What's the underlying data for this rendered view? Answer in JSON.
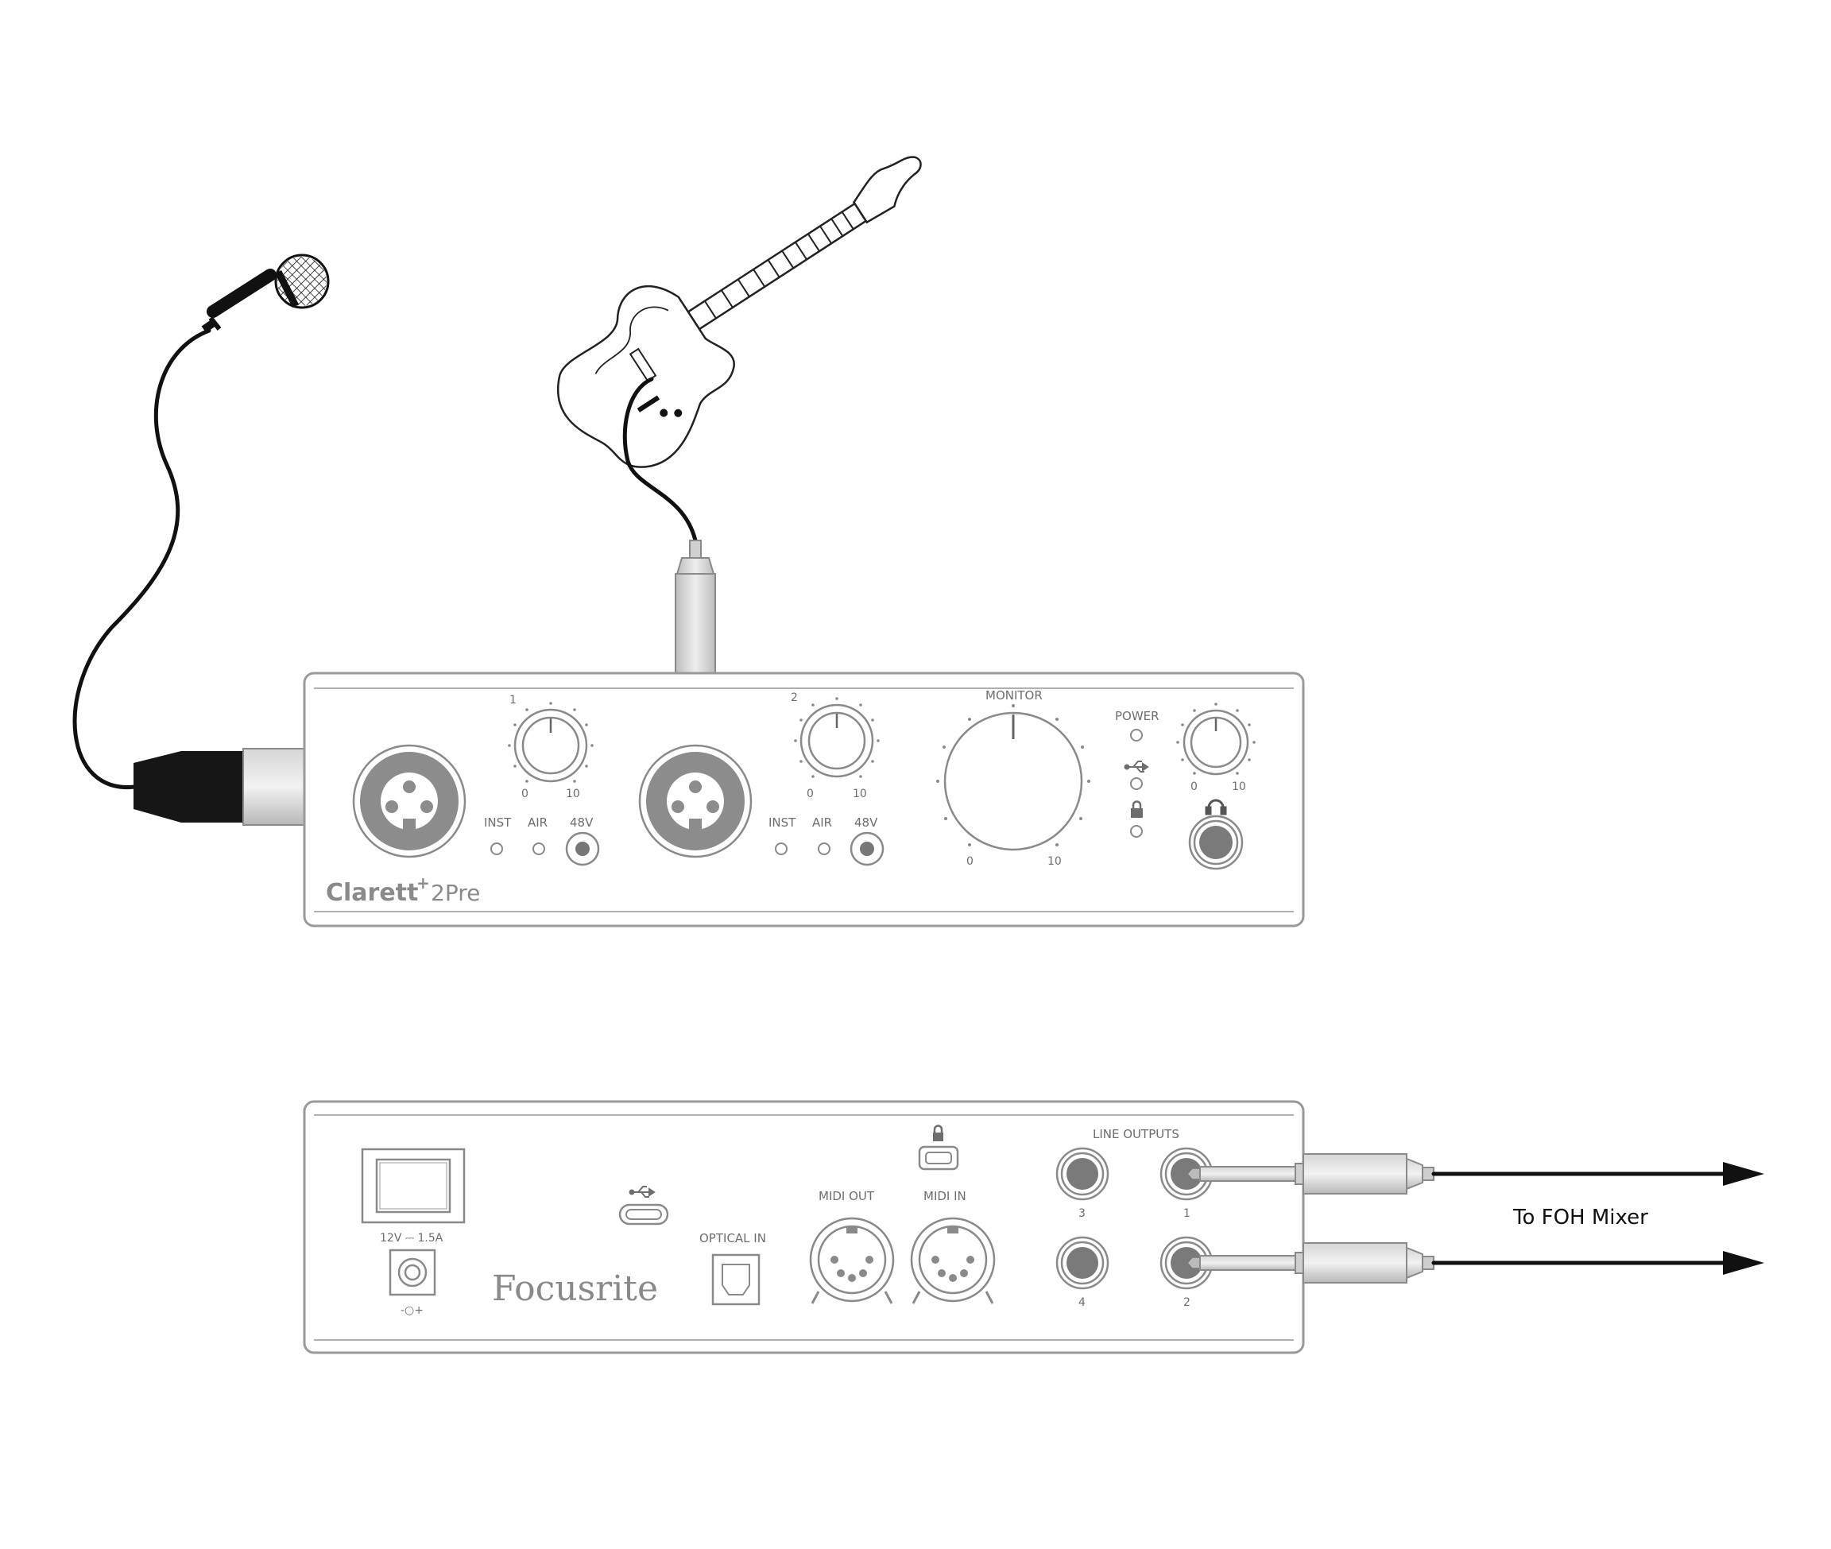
{
  "front_panel": {
    "brand_model": "Clarett",
    "brand_plus": "+",
    "brand_suffix": "2Pre",
    "ch1": {
      "number": "1",
      "min": "0",
      "max": "10",
      "inst": "INST",
      "air": "AIR",
      "phantom": "48V"
    },
    "ch2": {
      "number": "2",
      "min": "0",
      "max": "10",
      "inst": "INST",
      "air": "AIR",
      "phantom": "48V"
    },
    "monitor": {
      "label": "MONITOR",
      "min": "0",
      "max": "10"
    },
    "power": {
      "label": "POWER"
    },
    "headphone": {
      "min": "0",
      "max": "10"
    }
  },
  "rear_panel": {
    "power_rating": "12V ⎓ 1.5A",
    "dc_polarity": "-○+",
    "logo": "Focusrite",
    "optical": "OPTICAL IN",
    "midi_out": "MIDI OUT",
    "midi_in": "MIDI IN",
    "line_outputs": "LINE OUTPUTS",
    "outputs": [
      "1",
      "2",
      "3",
      "4"
    ]
  },
  "destination_label": "To FOH Mixer",
  "icons": [
    "microphone-icon",
    "electric-guitar-icon",
    "usb-icon",
    "lock-icon",
    "headphones-icon",
    "xlr-plug-icon",
    "jack-plug-icon",
    "arrow-icon"
  ]
}
